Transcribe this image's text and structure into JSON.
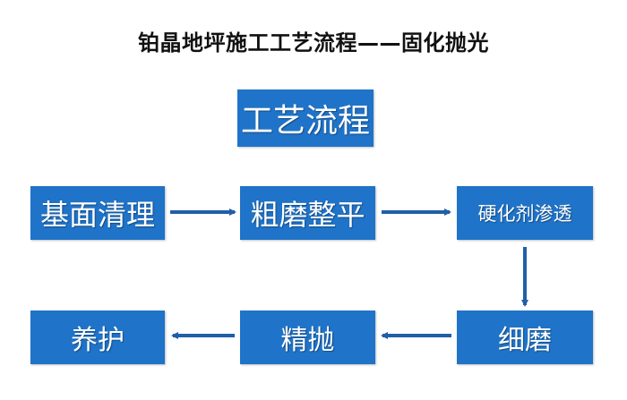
{
  "title": "铂晶地坪施工工艺流程——固化抛光",
  "header_box": "工艺流程",
  "steps": [
    {
      "label": "基面清理"
    },
    {
      "label": "粗磨整平"
    },
    {
      "label": "硬化剂渗透"
    },
    {
      "label": "细磨"
    },
    {
      "label": "精抛"
    },
    {
      "label": "养护"
    }
  ],
  "colors": {
    "box": "#1f73c8",
    "arrow": "#1f5fa8",
    "text": "#ffffff",
    "title": "#111111"
  }
}
